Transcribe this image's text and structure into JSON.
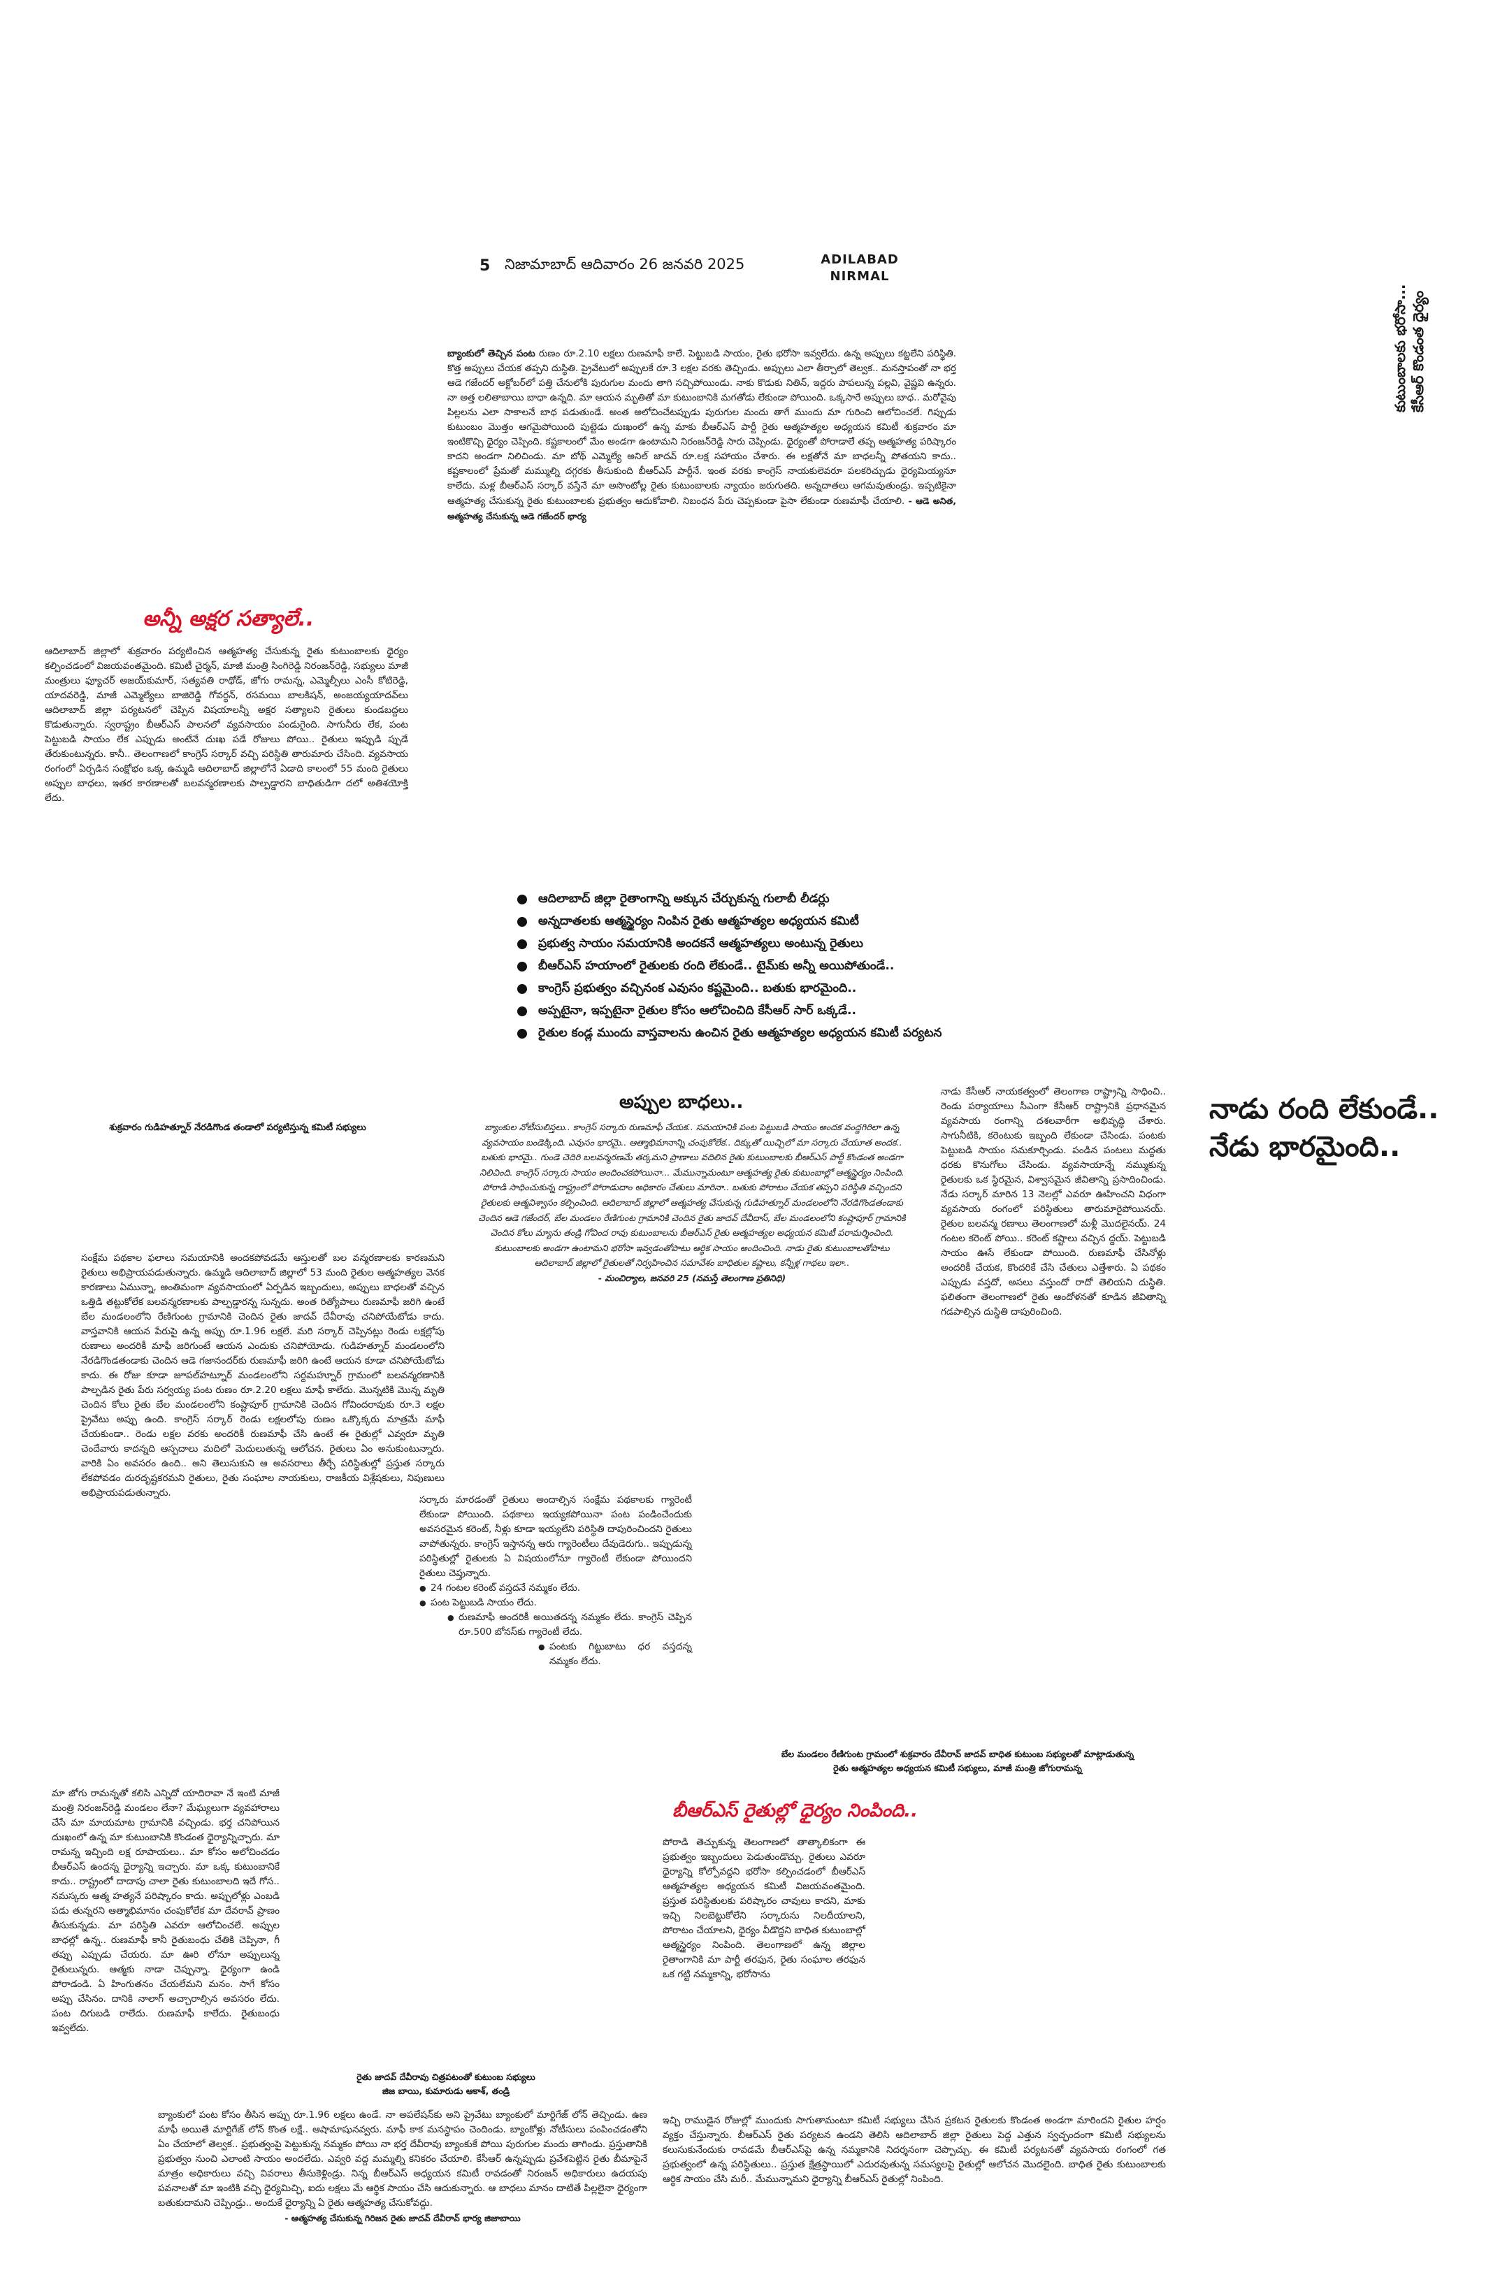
{
  "masthead": {
    "page_number": "5",
    "place_date": "నిజామాబాద్ ఆదివారం 26 జనవరి 2025",
    "edition_line1": "ADILABAD",
    "edition_line2": "NIRMAL"
  },
  "side_title": {
    "line1": "కుటుంబాలకు భరోసా...",
    "line2": "కేసీఆర్ కొండంత ధైర్యం"
  },
  "story_top": {
    "lead": "బ్యాంకులో తెచ్చిన పంట",
    "text": "రుణం రూ.2.10 లక్షలు రుణమాఫీ కాలే. పెట్టుబడి సాయం, రైతు భరోసా ఇవ్వలేదు. ఉన్న అప్పులు కట్టలేని పరిస్థితి. కొత్త అప్పులు చేయక తప్పని దుస్థితి. ప్రైవేటులో అప్పులకే రూ.3 లక్షల వరకు తెచ్చిండు. అప్పులు ఎలా తీర్చాలో తెల్వక.. మనస్తాపంతో నా భర్త ఆడె గజేందర్ అక్టోబర్‌లో పత్తి చేనులోకి పురుగుల మందు తాగి సచ్చిపోయిండు. నాకు కొడుకు నితిన్, ఇద్దరు పాపలున్న పల్లవి, వైష్ణవి ఉన్నరు. నా అత్త లలితాబాయి బాధా ఉన్నది. మా ఆయన మృతితో మా కుటుంబానికి మగతోడు లేకుండా పోయింది. ఒక్కసారే అప్పులు బాధ.. మరోవైపు పిల్లలను ఎలా సాకాలనే బాధ పడుతుండే. అంత అలోచించేటప్పుడు పురుగుల మందు తాగే ముందు మా గురించి ఆలోచించలే. గిప్పుడు కుటుంబం మొత్తం ఆగమైపోయింది పుట్టెడు దుఃఖంలో ఉన్న మాకు బీఆర్ఎస్ పార్టీ రైతు ఆత్మహత్యల అధ్యయన కమిటీ శుక్రవారం మా ఇంటికొచ్చి ధైర్యం చెప్పింది. కష్టకాలంలో మేం అండగా ఉంటామని నిరంజన్‌రెడ్డి సారు చెప్పిండు. ధైర్యంతో పోరాడాలే తప్ప ఆత్మహత్య పరిష్కారం కాదని అండగా నిలిచిండు. మా బోథ్ ఎమ్మెల్యే అనిల్ జాదవ్ రూ.లక్ష సహాయం చేశారు. ఈ లక్షతోనే మా బాధలన్నీ పోతయని కాదు.. కష్టకాలంలో ప్రేమతో మమ్ముల్ని దగ్గరకు తీసుకుంది బీఆర్ఎస్ పార్టీనే. ఇంత వరకు కాంగ్రెస్ నాయకులెవరూ పలకరిచ్చుడు ధైర్యమియ్యనూ కాలేదు. మళ్ల బీఆర్ఎస్ సర్కార్ వస్తేనే మా అసొంటోల్ల రైతు కుటుంబాలకు న్యాయం జరుగుతది. అన్నదాతలు ఆగమవుతుండ్రు. ఇప్పటికైనా ఆత్మహత్య చేసుకున్న రైతు కుటుంబాలకు ప్రభుత్వం ఆదుకోవాలి. నిబంధన పేరు చెప్పకుండా పైసా లేకుండా రుణమాఫీ చేయాలి.",
    "signature": "- ఆడె అనిత, ఆత్మహత్య చేసుకున్న ఆడె గజేందర్ భార్య"
  },
  "story_left": {
    "headline": "అన్నీ అక్షర సత్యాలే..",
    "text": "ఆదిలాబాద్ జిల్లాలో శుక్రవారం పర్యటించిన ఆత్మహత్య చేసుకున్న రైతు కుటుంబాలకు ధైర్యం కల్పించడంలో విజయవంతమైంది. కమిటీ చైర్మన్, మాజీ మంత్రి సింగిరెడ్డి నిరంజన్‌రెడ్డి, సభ్యులు మాజీ మంత్రులు ఫ్యూచర్ అజయ్‌కుమార్, సత్యవతి రాథోడ్, జోగు రామన్న, ఎమ్మెల్సీలు ఎంసీ కోటిరెడ్డి, యాదవరెడ్డి, మాజీ ఎమ్మెల్యేలు బాజిరెడ్డి గోవర్ధన్, రసమయి బాలకిషన్, అంజయ్యయాదవ్‌లు ఆదిలాబాద్ జిల్లా పర్యటనలో చెప్పిన విషయాలన్నీ అక్షర సత్యాలని రైతులు కుండబద్దలు కొడుతున్నారు. స్వరాష్ట్రం బీఆర్ఎస్ పాలనలో వ్యవసాయం పండుగైంది. సాగునీరు లేక, పంట పెట్టుబడి సాయం లేక ఎప్పుడు అంటేనే దుఃఖ పడే రోజులు పోయి.. రైతులు ఇప్పుడి ప్పుడే తేరుకుంటున్నరు. కానీ.. తెలంగాణలో కాంగ్రెస్ సర్కార్ వచ్చి పరిస్థితి తారుమారు చేసింది. వ్యవసాయ రంగంలో ఏర్పడిన సంక్షోభం ఒక్క ఉమ్మడి ఆదిలాబాద్ జిల్లాలోనే ఏడాది కాలంలో 55 మంది రైతులు అప్పుల బాధలు, ఇతర కారణాలతో బలవన్మరణాలకు పాల్పడ్డారని బాధితుడిగా దలో అతిశయోక్తి లేదు."
  },
  "highlights": [
    "ఆదిలాబాద్ జిల్లా రైతాంగాన్ని అక్కున చేర్చుకున్న గులాబీ లీడర్లు",
    "అన్నదాతలకు ఆత్మస్థైర్యం నింపిన రైతు ఆత్మహత్యల అధ్యయన కమిటీ",
    "ప్రభుత్వ సాయం సమయానికి అందకనే ఆత్మహత్యలు అంటున్న రైతులు",
    "బీఆర్ఎస్ హయాంలో రైతులకు రంది లేకుండే.. టైమ్‌కు అన్నీ అయిపోతుండే..",
    "కాంగ్రెస్ ప్రభుత్వం వచ్చినంక ఎవుసం కష్టమైంది.. బతుకు భారమైంది..",
    "అప్పటైనా, ఇప్పటైనా రైతుల కోసం ఆలోచించిది కేసీఆర్ సార్ ఒక్కడే..",
    "రైతుల కండ్ల ముందు వాస్తవాలను ఉంచిన రైతు ఆత్మహత్యల అధ్యయన కమిటీ పర్యటన"
  ],
  "caption_left": {
    "text": "శుక్రవారం గుడిహత్నూర్ నేరడిగొండ తండాలో పర్యటిస్తున్న కమిటీ సభ్యులు"
  },
  "story_debt": {
    "headline": "అప్పుల బాధలు..",
    "text": "బ్యాంకుల నోటీసులిస్తలు.. కాంగ్రెస్ సర్కారు రుణమాఫీ చేయక.. సమయానికి పంట పెట్టుబడి సాయం అందక వంద్దగిరిలా ఉన్న వ్యవసాయం బండెక్కింది. ఎవుసం భారమై.. ఆత్మాభిమానాన్ని చంపుకోలేక.. దిక్కుతో యిచ్చిలో మా సర్కారు చేయూత అందక.. బతుకు భారమై.. గుండె చెదిరి బలవన్మరణమే తర్కమని ప్రాణాలు వదిలిన రైతు కుటుంబాలకు బీఆర్ఎస్ పార్టీ కొండంత అండగా నిలిచింది. కాంగ్రెస్ సర్కారు సాయం అందించకపోయినా... మేమున్నామంటూ ఆత్మహత్య రైతు కుటుంబాల్లో ఆత్మస్థైర్యం నింపింది. పోరాడి సాధించుకున్న రాష్ట్రంలో పోరాడుదాం అధికారం చేతులు మారినా.. బతుకు పోరాటం చేయక తప్పని పరిస్థితి వచ్చిందని రైతులకు ఆత్మవిశ్వాసం కల్పించింది. ఆదిలాబాద్ జిల్లాలో ఆత్మహత్య చేసుకున్న గుడిహత్నూర్ మండలంలోని నేరడిగొండతండాకు చెందిన ఆడె గజేందర్, బేల మండలం రేణిగుంట గ్రామానికి చెందిన రైతు జాదవ్ దేవీదాస్, బేల మండలంలోని కంష్టాపూర్ గ్రామానికి చెందిన కోలు మ్యాను తండ్రి గోవింద రావు కుటుంబాలను బీఆర్ఎస్ రైతు ఆత్మహత్యల అధ్యయన కమిటీ పరామర్శించింది. కుటుంబాలకు అండగా ఉంటామని భరోసా ఇవ్వడంతోపాటు ఆర్థిక సాయం అందించింది. నాడు రైతు కుటుంబాలతోపాటు ఆదిలాబాద్ జిల్లాలో రైతులతో నిర్వహించిన సమావేశం బాధితుల కష్టాలు, కన్నీళ్ల గాథలు ఇలా..",
    "dateline": "- మంచిర్యాల, జనవరి 25 (నమస్తే తెలంగాణ ప్రతినిధి)"
  },
  "right_story": {
    "headline_line1": "నాడు రంది లేకుండే..",
    "headline_line2": "నేడు భారమైంది..",
    "text": "నాడు కేసీఆర్ నాయకత్వంలో తెలంగాణ రాష్ట్రాన్ని సాధించి.. రెండు పర్యాయాలు సీఎంగా కేసీఆర్ రాష్ట్రానికి ప్రధానమైన వ్యవసాయ రంగాన్ని దశలవారీగా అభివృద్ధి చేశారు. సాగునీటికి, కరెంటుకు ఇబ్బంది లేకుండా చేసిండు. పంటకు పెట్టుబడి సాయం సమకూర్చిండు. పండిన పంటలు మద్దతు ధరకు కొనుగోలు చేసిండు. వ్యవసాయాన్నే నమ్ముకున్న రైతులకు ఒక స్థిరమైన, విశ్వాసమైన జీవితాన్ని ప్రసాదించిండు. నేడు సర్కార్ మారిన 13 నెలల్లో ఎవరూ ఊహించని విధంగా వ్యవసాయ రంగంలో పరిస్థితులు తారుమారైపోయినయ్. రైతుల బలవన్మ రణాలు తెలంగాణలో మళ్లీ మొదలైనయ్. 24 గంటల కరెంట్ పోయి.. కరెంట్ కష్టాలు వచ్చిన ద్దయ్. పెట్టుబడి సాయం ఊసే లేకుండా పోయింది. రుణమాఫీ చేసినోళ్లు అందరికీ చేయక, కొందరికే చేసి చేతులు ఎత్తేశారు. ఏ పథకం ఎప్పుడు వస్తదో, అసలు వస్తుందో రాదో తెలియని దుస్థితి. ఫలితంగా తెలంగాణలో రైతు ఆందోళనతో కూడిన జీవితాన్ని గడపాల్సిన దుస్థితి దాపురించింది."
  },
  "story_welfare": {
    "text": "సంక్షేమ పథకాల ఫలాలు సమయానికి అందకపోవడమే ఆస్తులతో బల వన్మరణాలకు కారణమని రైతులు అభిప్రాయపడుతున్నారు. ఉమ్మడి ఆదిలాబాద్ జిల్లాలో 53 మంది రైతుల ఆత్మహత్యల వెనక కారణాలు ఏమున్నా, అంతిమంగా వ్యవసాయంలో ఏర్పడిన ఇబ్బందులు, అప్పులు బాధలతో వచ్చిన ఒత్తిడి తట్టుకోలేక బలవన్మరణాలకు పాల్పడ్డారన్న సున్నదు. అంత రిత్యోపాలు రుణమాఫీ జరిగి ఉంటే బేల మండలంలోని రేణిగుంట గ్రామానికి చెందిన రైతు జాదవ్ దేవీరావు చనిపోయేటోడు కాదు. వాస్తవానికి ఆయన పేరుపై ఉన్న అప్పు రూ.1.96 లక్షలే. మరి సర్కార్ చెప్పినట్లు రెండు లక్షల్లోపు రుణాలు అందరికీ మాఫీ జరిగుంటే ఆయన ఎందుకు చనిపోయోడు. గుడిహత్నూర్ మండలంలోని నేరడిగొండతండాకు చెందిన ఆడె గజానందర్‌కు రుణమాఫీ జరిగి ఉంటే ఆయన కూడా చనిపోయేటోడు కాదు. ఈ రోజు కూడా జూపల్‌హట్నూర్ మండలంలోని సర్దమహ్నూర్ గ్రామంలో బలవన్మరణానికి పాల్పడిన రైతు పేరు సర్వయ్య పంట రుణం రూ.2.20 లక్షలు మాఫీ కాలేదు. మొన్నటికి మొన్న మృతి చెందిన కోలు రైతు బేల మండలంలోని కంష్టాపూర్ గ్రామానికి చెందిన గోవిందరావుకు రూ.3 లక్షల ప్రైవేటు అప్పు ఉంది. కాంగ్రెస్ సర్కార్ రెండు లక్షలలోపు రుణం ఒక్కొక్కరు మాత్రమే మాఫీ చేయకుండా.. రెండు లక్షల వరకు అందరికీ రుణమాఫీ చేసి ఉంటే ఈ రైతుల్లో ఎవ్వరూ మృతి చెందేవారు కాదన్నది ఆస్పదాలు మదిలో మెదులుతున్న ఆలోచన. రైతులు ఏం అనుకుంటున్నారు. వారికి ఏం అవసరం ఉంది.. అని తెలుసుకుని ఆ అవసరాలు తీర్చే పరిస్థితుల్లో ప్రస్తుత సర్కారు లేకపోవడం దురదృష్టకరమని రైతులు, రైతు సంఘాల నాయకులు, రాజకీయ విశ్లేషకులు, నిపుణులు అభిప్రాయపడుతున్నారు."
  },
  "story_schemes": {
    "text": "సర్కారు మారడంతో రైతులు అందాల్సిన సంక్షేమ పథకాలకు గ్యారెంటీ లేకుండా పోయింది. పథకాలు ఇయ్యకపోయినా పంట పండించేందుకు అవసరమైన కరెంట్, నీళ్లు కూడా ఇయ్యలేని పరిస్థితి దాపురించిందని రైతులు వాపోతున్నరు. కాంగ్రెస్ ఇస్తానన్న ఆరు గ్యారెంటీలు దేవుడెరుగు.. ఇప్పుడున్న పరిస్థితుల్లో రైతులకు ఏ విషయంలోనూ గ్యారెంటీ లేకుండా పోయిందని రైతులు చెప్తున్నారు.",
    "bullets": [
      "24 గంటల కరెంట్ వస్తదనే నమ్మకం లేదు.",
      "పంట పెట్టుబడి సాయం లేదు.",
      "రుణమాఫీ అందరికీ అయితదన్న నమ్మకం లేదు. కాంగ్రెస్ చెప్పిన రూ.500 బోనస్‌కు గ్యారెంటీ లేదు.",
      "పంటకు గిట్టుబాటు ధర వస్తదన్న నమ్మకం లేదు."
    ]
  },
  "caption_right": {
    "line1": "బేల మండలం రేణిగుంట గ్రామంలో శుక్రవారం దేవీరావ్ జాదవ్ బాధిత కుటుంబ సభ్యులతో మాట్లాడుతున్న",
    "line2": "రైతు ఆత్మహత్యల అధ్యయన కమిటీ సభ్యులు, మాజీ మంత్రి జోగురామన్న"
  },
  "story_brs": {
    "headline": "బీఆర్ఎస్ రైతుల్లో ధైర్యం నింపింది..",
    "text_narrow": "పోరాడి తెచ్చుకున్న తెలంగాణలో తాత్కాలికంగా ఈ ప్రభుత్వం ఇబ్బందులు పెడుతుండొచ్చు. రైతులు ఎవరూ ధైర్యాన్ని కోల్పోవద్దని భరోసా కల్పించడంలో బీఆర్ఎస్ ఆత్మహత్యల అధ్యయన కమిటీ విజయవంతమైంది. ప్రస్తుత పరిస్థితులకు పరిష్కారం చావులు కాదని, మాకు ఇచ్చి నిలబెట్టుకోలేని సర్కారును నిలదీయాలని, పోరాటం చేయాలని, ధైర్యం వీడొద్దని బాధిత కుటుంబాల్లో ఆత్మస్థైర్యం నింపింది. తెలంగాణలో ఉన్న జిల్లాల రైతాంగానికి మా పార్టీ తరఫున, రైతు సంఘాల తరఫున ఒక గట్టి నమ్మకాన్ని, భరోసాను",
    "text_wide": "ఇచ్చి రాముడైన రోజుల్లో ముందుకు సాగుతామంటూ కమిటీ సభ్యులు చేసిన ప్రకటన రైతులకు కొండంత అండగా మారిందని రైతుల హర్షం వ్యక్తం చేస్తున్నారు. బీఆర్ఎస్ రైతు పర్యటన ఉండని తెలిసి ఆదిలాబాద్ జిల్లా రైతులు పెద్ద ఎత్తున స్వచ్ఛందంగా కమిటీ సభ్యులను కలుసుకునేందుకు రావడమే బీఆర్ఎస్‌పై ఉన్న నమ్మకానికి నిదర్శనంగా చెప్పొచ్చు. ఈ కమిటీ పర్యటనతో వ్యవసాయ రంగంలో గత ప్రభుత్వంలో ఉన్న పరిస్థితులు.. ప్రస్తుత క్షేత్రస్థాయిలో ఎదురవుతున్న సమస్యలపై రైతుల్లో ఆలోచన మొదలైంది. బాధిత రైతు కుటుంబాలకు ఆర్థిక సాయం చేసి మరీ.. మేమున్నామని ధైర్యాన్ని బీఆర్ఎస్ రైతుల్లో నింపింది."
  },
  "story_bottom_left": {
    "text_narrow": "మా జోగు రామన్నతో కలిసి ఎన్నిదో యాదిరావా నే ఇంటి మాజీ మంత్రి నిరంజన్‌రెడ్డి మండలం లేనా? మేఘ్యలుగా వ్యవహారాలు చేసే మా మాయమాట గ్రామానికి వచ్చిండు. భర్త చనిపోయిన దుఃఖంలో ఉన్న మా కుటుంబానికి కొండంత ధైర్యాన్నిచ్చారు. మా రామన్న ఇచ్చింది లక్ష రూపాయలు.. మా కోసం అలోచించడం బీఆర్ఎస్ ఉందన్న ధైర్యాన్ని ఇచ్చారు. మా ఒక్క కుటుంబానికే కాదు.. రాష్ట్రంలో దాదాపు చాలా రైతు కుటుంబాలది ఇదే గోస.. నమస్కరు ఆత్మ హత్యనే పరిష్కారం కాదు. అప్పులోళ్లు ఎంబడి పడు తున్నరని ఆత్మాభిమానం చంపుకోలేక మా దేవరావ్ ప్రాణం తీసుకున్నడు. మా పరిస్థితి ఎవరూ ఆలోచించలే. అప్పుల బాధల్లో ఉన్న.. రుణమాఫీ కానీ రైతుబంధు చేతికి చెప్పినా, గీ తప్పు ఎప్పుడు చేయరు. మా ఊరి లోనూ అప్పులున్న రైతులున్నరు. ఆత్మకు నాడా చెప్పున్నా. ధైర్యంగా ఉండి పోరాడండి. ఏ హింగుతనం చేయలేమని మనం. సాగే కోసం అప్పు చేసినం. దానికి నాలాగ్ అచ్చారాల్సిన అవసరం లేదు. పంట దిగుబడి రాలేదు. రుణమాఫీ కాలేదు. రైతుబంధు ఇవ్వలేదు.",
    "caption": "రైతు జాదవ్ దేవీరావు చిత్రపటంతో కుటుంబ సభ్యులు",
    "caption_names": "జిజ బాయి, కుమారుడు ఆకాశ్, తండ్రి",
    "text_wide": "బ్యాంకులో పంట కోసం తీసిన అప్పు రూ.1.96 లక్షలు ఉండే. నా అపలేషన్‌కు అని ప్రైవేటు బ్యాంకులో మార్టిగేజ్ లోన్ తెచ్చిండు. ఉణ మాఫీ అయితే మార్టిగేజ్ లోన్ కొంత లక్షే.. ఆషామాషునవ్వరు. మాఫీ కాక మనస్థాపం చెందిండు. బ్యాంకోళ్లు నోటీసులు పంపించడంతోని ఏం చేయాలో తెల్వక.. ప్రభుత్వంపై పెట్టుకున్న నమ్మకం పోయి నా భర్త దేవీరావు బ్యాంకుకే పోయి పురుగుల మందు తాగిండు. ప్రస్తుతానికి ప్రభుత్వం నుంచి ఎలాంటి సాయం అందలేదు. ఎవ్వరి వద్ద మమ్మల్ని కనికరం చేయాలి. కేసీఆర్ ఉన్నప్పుడు ప్రవేశపెట్టిన రైతు బీమాపైనే మాత్రం అధికారులు వచ్చి వివరాలు తీసుకెళ్లిండ్రు. నిన్న బీఆర్ఎస్ అధ్యయన కమిటీ రావడంతో నిరంజన్ అధికారులు ఉదయపు పవనాలతో మా ఇంటికి వచ్చి ధైర్యమిచ్చి, ఐదు లక్షలు మే ఆర్థిక సాయం చేసి ఆదుకున్నారు. ఆ బాధలు మానం దాటితే పిల్లలైనా ధైర్యంగా బతుకుదామని చెప్పిండ్రు.. అందుకే ధైర్యాన్ని ఏ రైతు ఆత్మహత్య చేసుకోవద్దు.",
    "signature": "- ఆత్మహత్య చేసుకున్న గిరిజన రైతు జాదవ్ దేవీరావ్ భార్య జిజాబాయి"
  }
}
